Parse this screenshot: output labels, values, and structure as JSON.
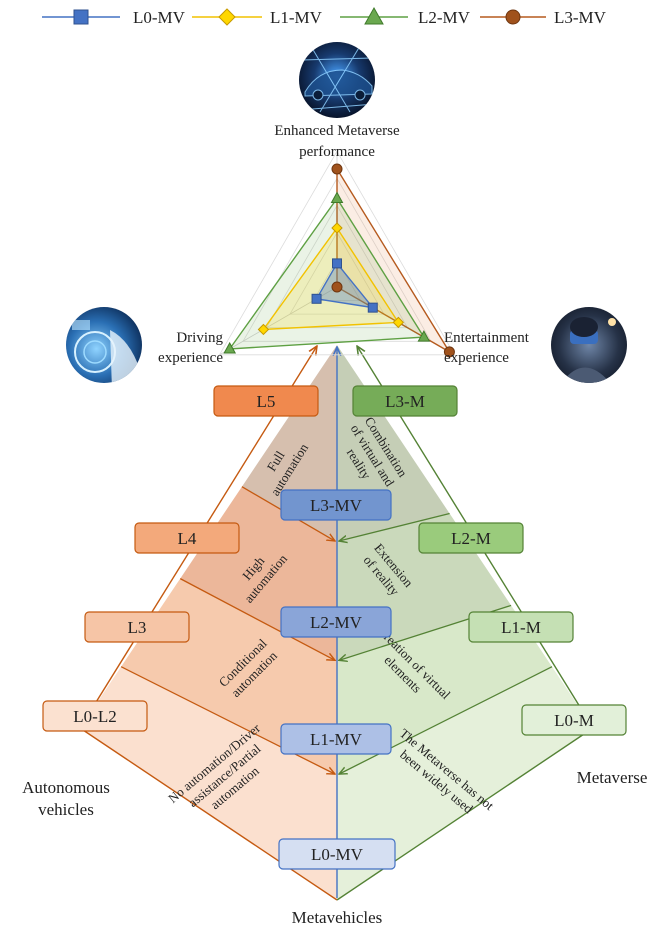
{
  "legend": [
    {
      "label": "L0-MV",
      "color": "#4472c4",
      "marker": "square"
    },
    {
      "label": "L1-MV",
      "color": "#f2c200",
      "marker": "diamond"
    },
    {
      "label": "L2-MV",
      "color": "#5ea043",
      "marker": "triangle"
    },
    {
      "label": "L3-MV",
      "color": "#b55a1e",
      "marker": "circle"
    }
  ],
  "radar": {
    "axes": [
      "Enhanced Metaverse performance",
      "Entertainment experience",
      "Driving experience"
    ],
    "axis_labels": {
      "top": [
        "Enhanced Metaverse",
        "performance"
      ],
      "right": [
        "Entertainment",
        "experience"
      ],
      "left": [
        "Driving",
        "experience"
      ]
    },
    "series": [
      {
        "name": "L0-MV",
        "values": [
          0.2,
          0.35,
          0.2
        ]
      },
      {
        "name": "L1-MV",
        "values": [
          0.5,
          0.6,
          0.72
        ]
      },
      {
        "name": "L2-MV",
        "values": [
          0.75,
          0.85,
          1.05
        ]
      },
      {
        "name": "L3-MV",
        "values": [
          1.0,
          1.1,
          0.0
        ]
      }
    ]
  },
  "icons": {
    "top": "car-metaverse-photo-icon",
    "left": "driving-interface-photo-icon",
    "right": "vr-headset-photo-icon"
  },
  "pyramid": {
    "left_title": [
      "Autonomous",
      "vehicles"
    ],
    "right_title": "Metaverse",
    "bottom_title": "Metavehicles",
    "left_labels": [
      "L5",
      "L4",
      "L3",
      "L0-L2"
    ],
    "right_labels": [
      "L3-M",
      "L2-M",
      "L1-M",
      "L0-M"
    ],
    "center_labels": [
      "L3-MV",
      "L2-MV",
      "L1-MV",
      "L0-MV"
    ],
    "left_texts": [
      [
        "Full",
        "automation"
      ],
      [
        "High",
        "automation"
      ],
      [
        "Conditional",
        "automation"
      ],
      [
        "No automation/Driver",
        "assistance/Partial",
        "automation"
      ]
    ],
    "right_texts": [
      [
        "Combination",
        "of virtual and",
        "reality"
      ],
      [
        "Extension",
        "of reality"
      ],
      [
        "Creation of virtual",
        "elements"
      ],
      [
        "The Metaverse has not",
        "been widely used"
      ]
    ]
  },
  "colors": {
    "left_levels": [
      "#d6bfae",
      "#ecb79a",
      "#f6caad",
      "#fbe0cf"
    ],
    "right_levels": [
      "#c5ceb6",
      "#cad9bb",
      "#d8e8c9",
      "#e5f0da"
    ],
    "left_boxes": [
      "#f0894e",
      "#f3a97b",
      "#f6c5a6",
      "#fbe1d0"
    ],
    "right_boxes": [
      "#76ac58",
      "#9acb7c",
      "#c5e0b4",
      "#e2f0d9"
    ],
    "center_boxes": [
      "#7295cf",
      "#8aa5d8",
      "#adc0e6",
      "#d5dff2"
    ],
    "orange_line": "#c55a11",
    "green_line": "#548235",
    "blue_line": "#4472c4"
  }
}
